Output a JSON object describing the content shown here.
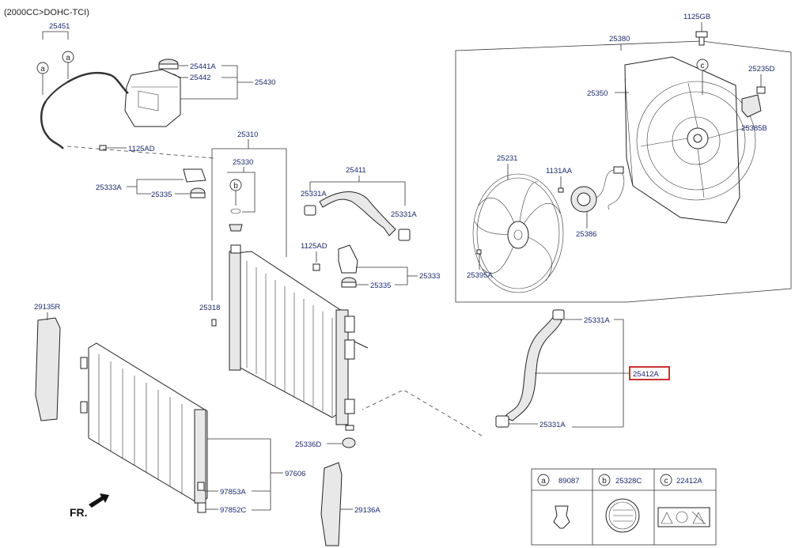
{
  "header": "(2000CC>DOHC-TCI)",
  "direction_label": "FR.",
  "labels": {
    "p25451": "25451",
    "p25441A": "25441A",
    "p25442": "25442",
    "p25430": "25430",
    "p1125AD_a": "1125AD",
    "p25310": "25310",
    "p25330": "25330",
    "p25333A": "25333A",
    "p25335_a": "25335",
    "p25411": "25411",
    "p25331A_a": "25331A",
    "p25331A_b": "25331A",
    "p1125AD_b": "1125AD",
    "p25333": "25333",
    "p25335_b": "25335",
    "p25318": "25318",
    "p29135R": "29135R",
    "p25336D": "25336D",
    "p97606": "97606",
    "p97853A": "97853A",
    "p97852C": "97852C",
    "p29136A": "29136A",
    "p1125GB": "1125GB",
    "p25380": "25380",
    "p25235D": "25235D",
    "p25350": "25350",
    "p25385B": "25385B",
    "p25231": "25231",
    "p1131AA": "1131AA",
    "p25386": "25386",
    "p25395A": "25395A",
    "p25331A_c": "25331A",
    "p25412A": "25412A",
    "p25331A_d": "25331A"
  },
  "callouts": {
    "a": "a",
    "b": "b",
    "c": "c"
  },
  "legend": [
    {
      "key": "a",
      "part": "89087"
    },
    {
      "key": "b",
      "part": "25328C"
    },
    {
      "key": "c",
      "part": "22412A"
    }
  ],
  "highlight_color": "#c00000",
  "label_color": "#1a2a6e"
}
